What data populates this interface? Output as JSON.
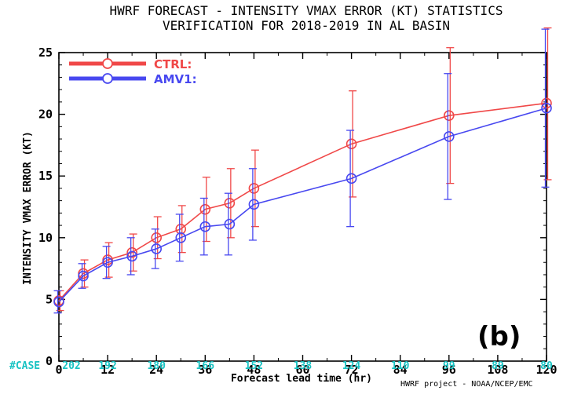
{
  "chart_data": {
    "type": "line",
    "title_line1": "HWRF FORECAST - INTENSITY VMAX ERROR (KT) STATISTICS",
    "title_line2": "VERIFICATION FOR 2018-2019 IN AL BASIN",
    "ylabel": "INTENSITY VMAX ERROR (KT)",
    "xlabel": "Forecast lead time (hr)",
    "xlim": [
      0,
      120
    ],
    "ylim": [
      0,
      25
    ],
    "xticks": [
      "0",
      "12",
      "24",
      "36",
      "48",
      "60",
      "72",
      "84",
      "96",
      "108",
      "120"
    ],
    "yticks": [
      "0",
      "5",
      "10",
      "15",
      "20",
      "25"
    ],
    "case_label": "#CASE",
    "case_counts": [
      202,
      192,
      180,
      166,
      152,
      138,
      124,
      110,
      99,
      89,
      80
    ],
    "legend_position": "top-left",
    "panel_label": "(b)",
    "credit": "HWRF project - NOAA/NCEP/EMC",
    "series": [
      {
        "name": "CTRL:",
        "color": "#f04848",
        "x": [
          0,
          6,
          12,
          18,
          24,
          30,
          36,
          42,
          48,
          72,
          96,
          120
        ],
        "y": [
          4.9,
          7.1,
          8.2,
          8.8,
          10.0,
          10.7,
          12.3,
          12.8,
          14.0,
          17.6,
          19.9,
          20.9
        ],
        "err": [
          0.8,
          1.1,
          1.4,
          1.5,
          1.7,
          1.9,
          2.6,
          2.8,
          3.1,
          4.3,
          5.5,
          6.2
        ]
      },
      {
        "name": "AMV1:",
        "color": "#4848f0",
        "x": [
          0,
          6,
          12,
          18,
          24,
          30,
          36,
          42,
          48,
          72,
          96,
          120
        ],
        "y": [
          4.8,
          6.9,
          8.0,
          8.5,
          9.1,
          10.0,
          10.9,
          11.1,
          12.7,
          14.8,
          18.2,
          20.5
        ],
        "err": [
          0.9,
          1.0,
          1.3,
          1.5,
          1.6,
          1.9,
          2.3,
          2.5,
          2.9,
          3.9,
          5.1,
          6.4
        ]
      }
    ]
  }
}
